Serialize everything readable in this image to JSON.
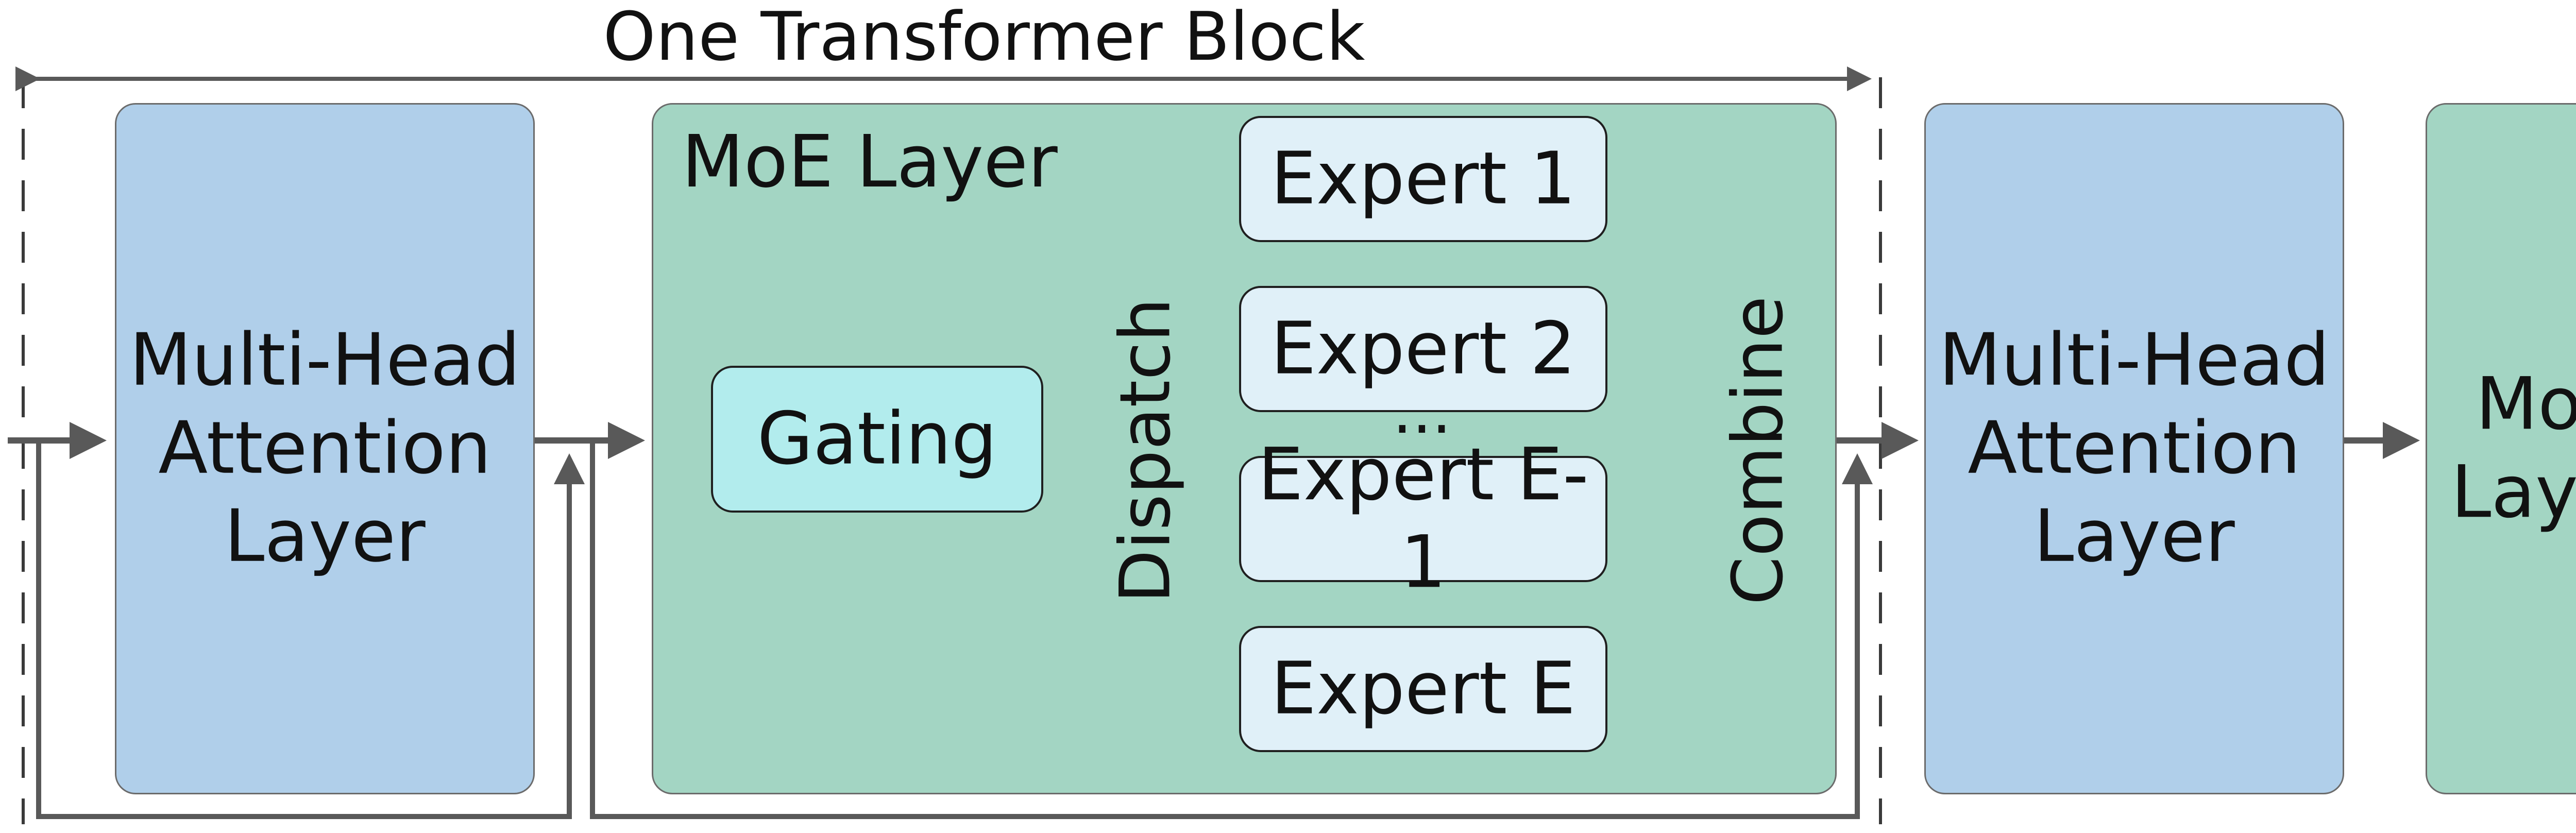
{
  "block": {
    "title": "One Transformer Block"
  },
  "attention_1": {
    "label": "Multi-Head\nAttention\nLayer"
  },
  "moe_layer": {
    "title": "MoE Layer",
    "gating_label": "Gating",
    "dispatch_label": "Dispatch",
    "combine_label": "Combine",
    "experts": [
      "Expert 1",
      "Expert 2",
      "Expert E-1",
      "Expert E"
    ],
    "ellipsis": "..."
  },
  "attention_2": {
    "label": "Multi-Head\nAttention\nLayer"
  },
  "moe_final": {
    "label": "MoE\nLayer"
  },
  "colors": {
    "attention_fill": "#b0cfea",
    "moe_fill": "#a3d5c3",
    "gating_fill": "#b2eced",
    "expert_fill": "#e0f0f8",
    "dispatch_fill": "#f6c6c8",
    "combine_fill": "#f1ac99",
    "arrow": "#595959"
  }
}
